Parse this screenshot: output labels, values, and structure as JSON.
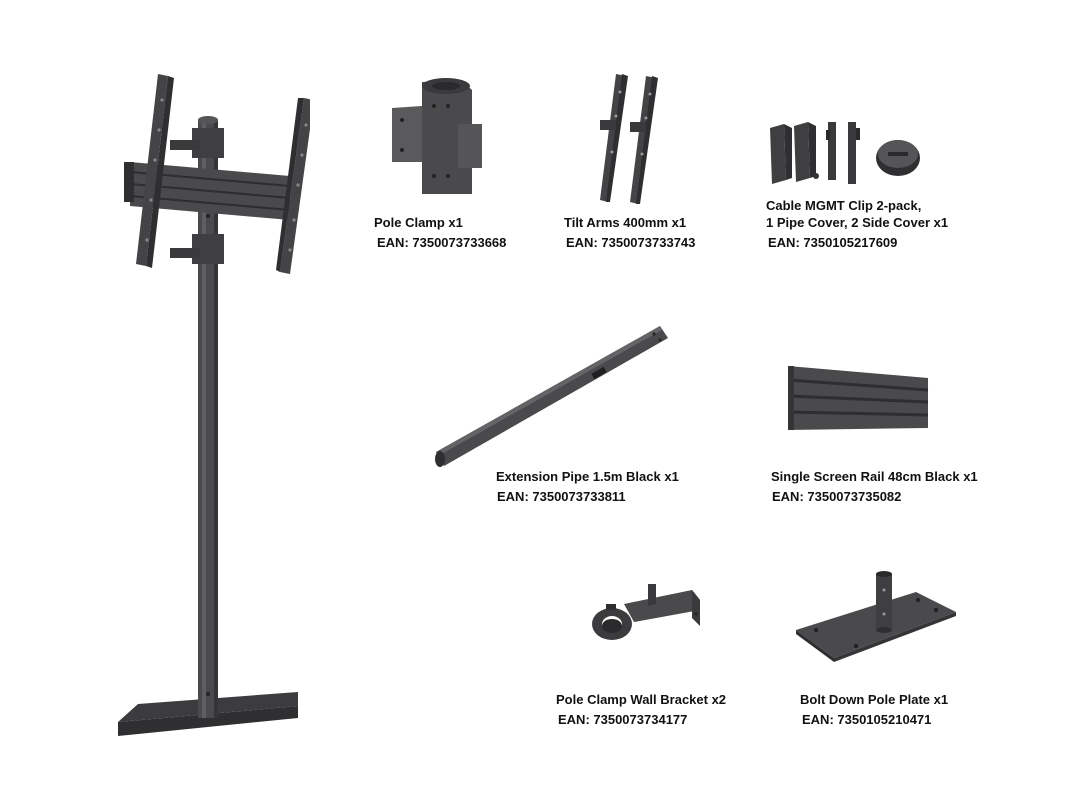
{
  "products": [
    {
      "id": "pole-clamp",
      "name": "Pole Clamp x1",
      "ean": "EAN: 7350073733668"
    },
    {
      "id": "tilt-arms",
      "name": "Tilt Arms 400mm x1",
      "ean": "EAN: 7350073733743"
    },
    {
      "id": "cable-mgmt",
      "name_lines": [
        "Cable MGMT Clip 2-pack,",
        "1 Pipe Cover, 2 Side Cover x1"
      ],
      "ean": "EAN: 7350105217609"
    },
    {
      "id": "extension-pipe",
      "name": "Extension Pipe 1.5m Black x1",
      "ean": "EAN: 7350073733811"
    },
    {
      "id": "screen-rail",
      "name": "Single Screen Rail 48cm Black x1",
      "ean": "EAN: 7350073735082"
    },
    {
      "id": "wall-bracket",
      "name": "Pole Clamp Wall Bracket x2",
      "ean": "EAN: 7350073734177"
    },
    {
      "id": "pole-plate",
      "name": "Bolt Down Pole Plate x1",
      "ean": "EAN: 7350105210471"
    }
  ],
  "colors": {
    "metal": "#4a4a4c",
    "metal_dark": "#2f2f31",
    "metal_light": "#6a6a6d",
    "text": "#111111",
    "background": "#ffffff"
  }
}
